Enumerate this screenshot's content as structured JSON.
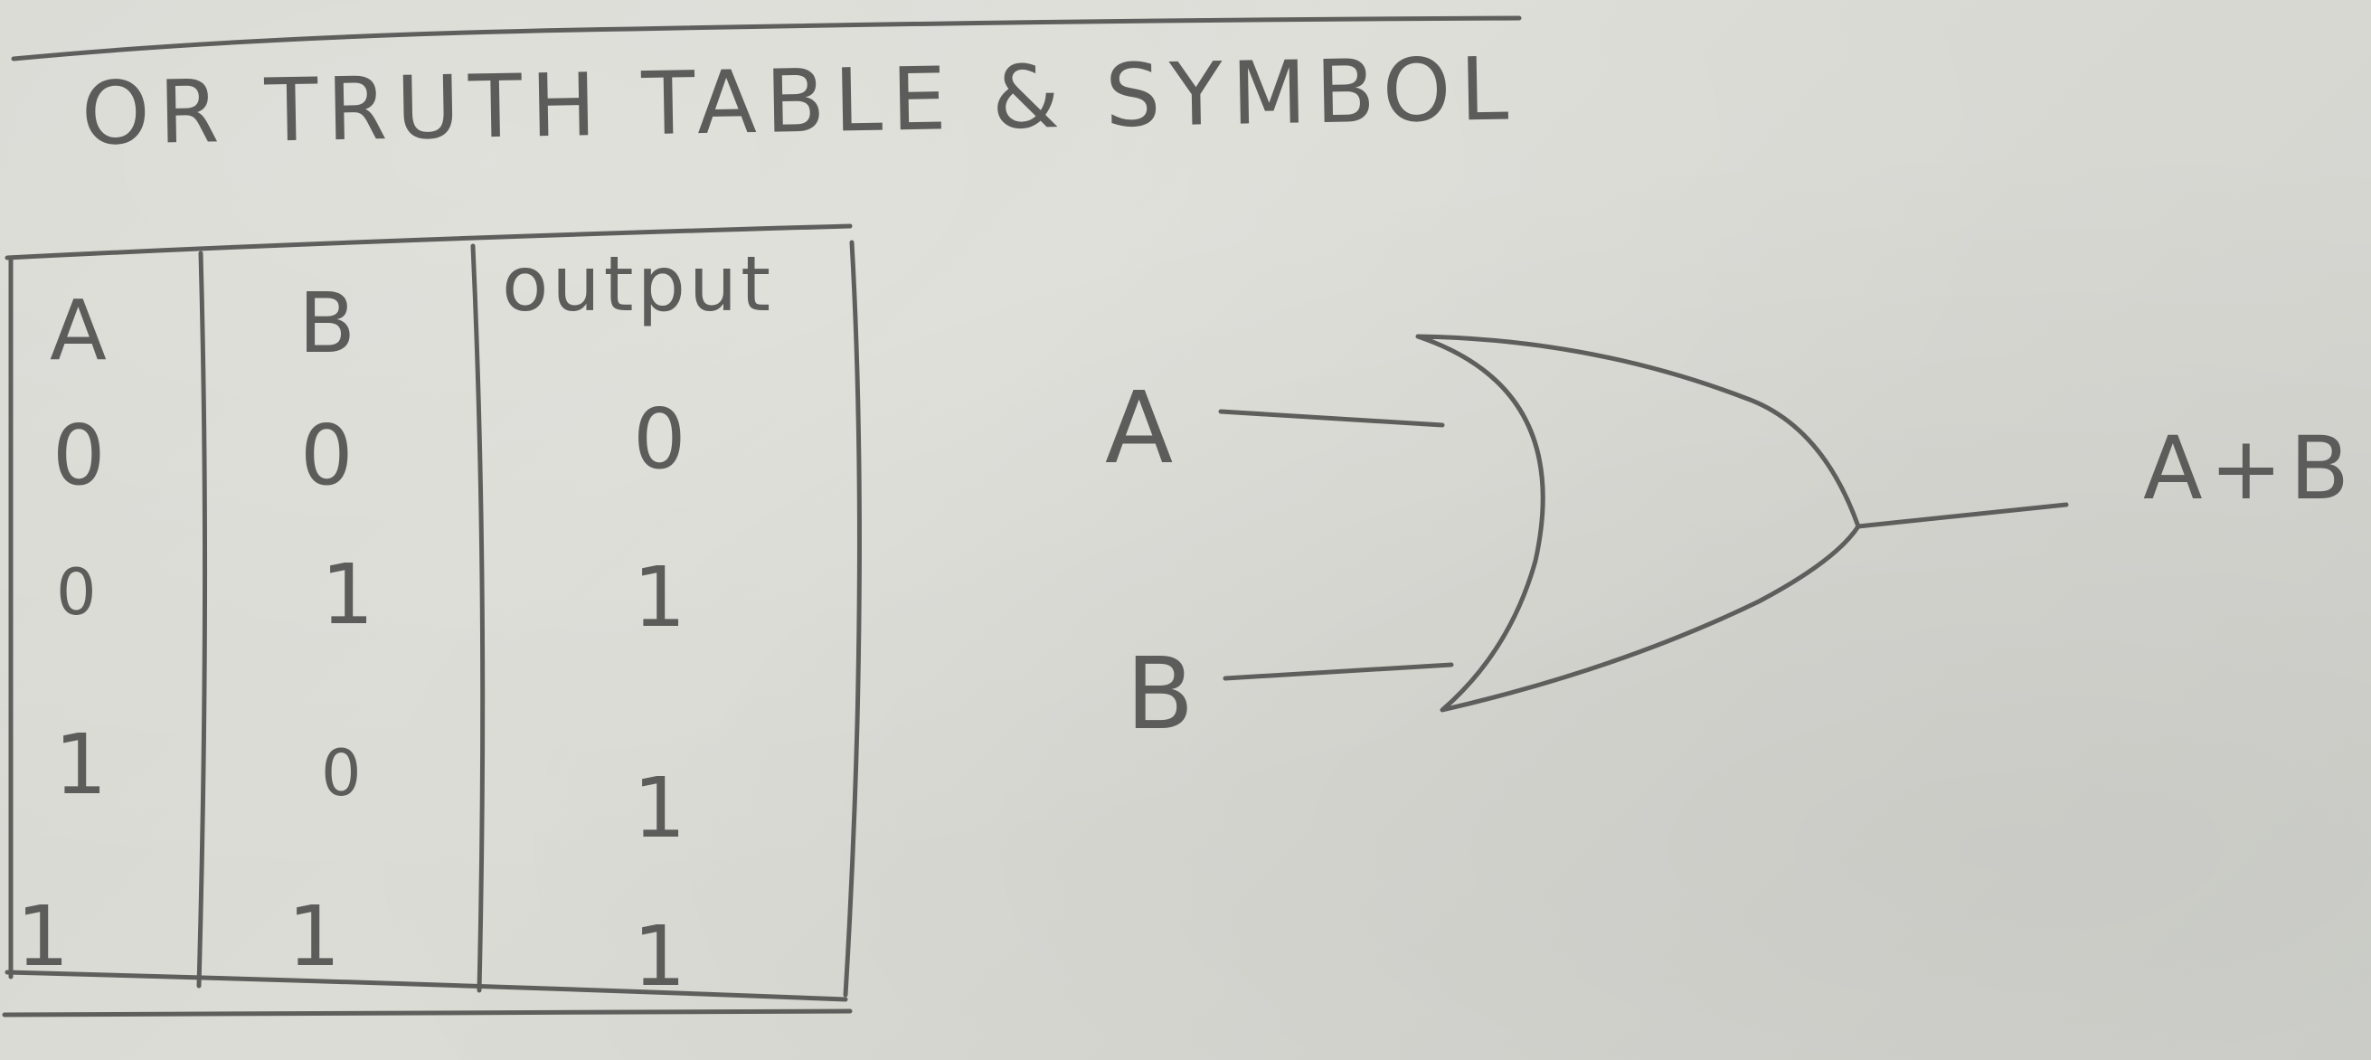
{
  "title": "OR TRUTH TABLE & SYMBOL",
  "truth_table": {
    "headers": [
      "A",
      "B",
      "output"
    ],
    "rows": [
      [
        "0",
        "0",
        "0"
      ],
      [
        "0",
        "1",
        "1"
      ],
      [
        "1",
        "0",
        "1"
      ],
      [
        "1",
        "1",
        "1"
      ]
    ]
  },
  "gate": {
    "type": "OR",
    "input_a": "A",
    "input_b": "B",
    "output": "A+B"
  }
}
